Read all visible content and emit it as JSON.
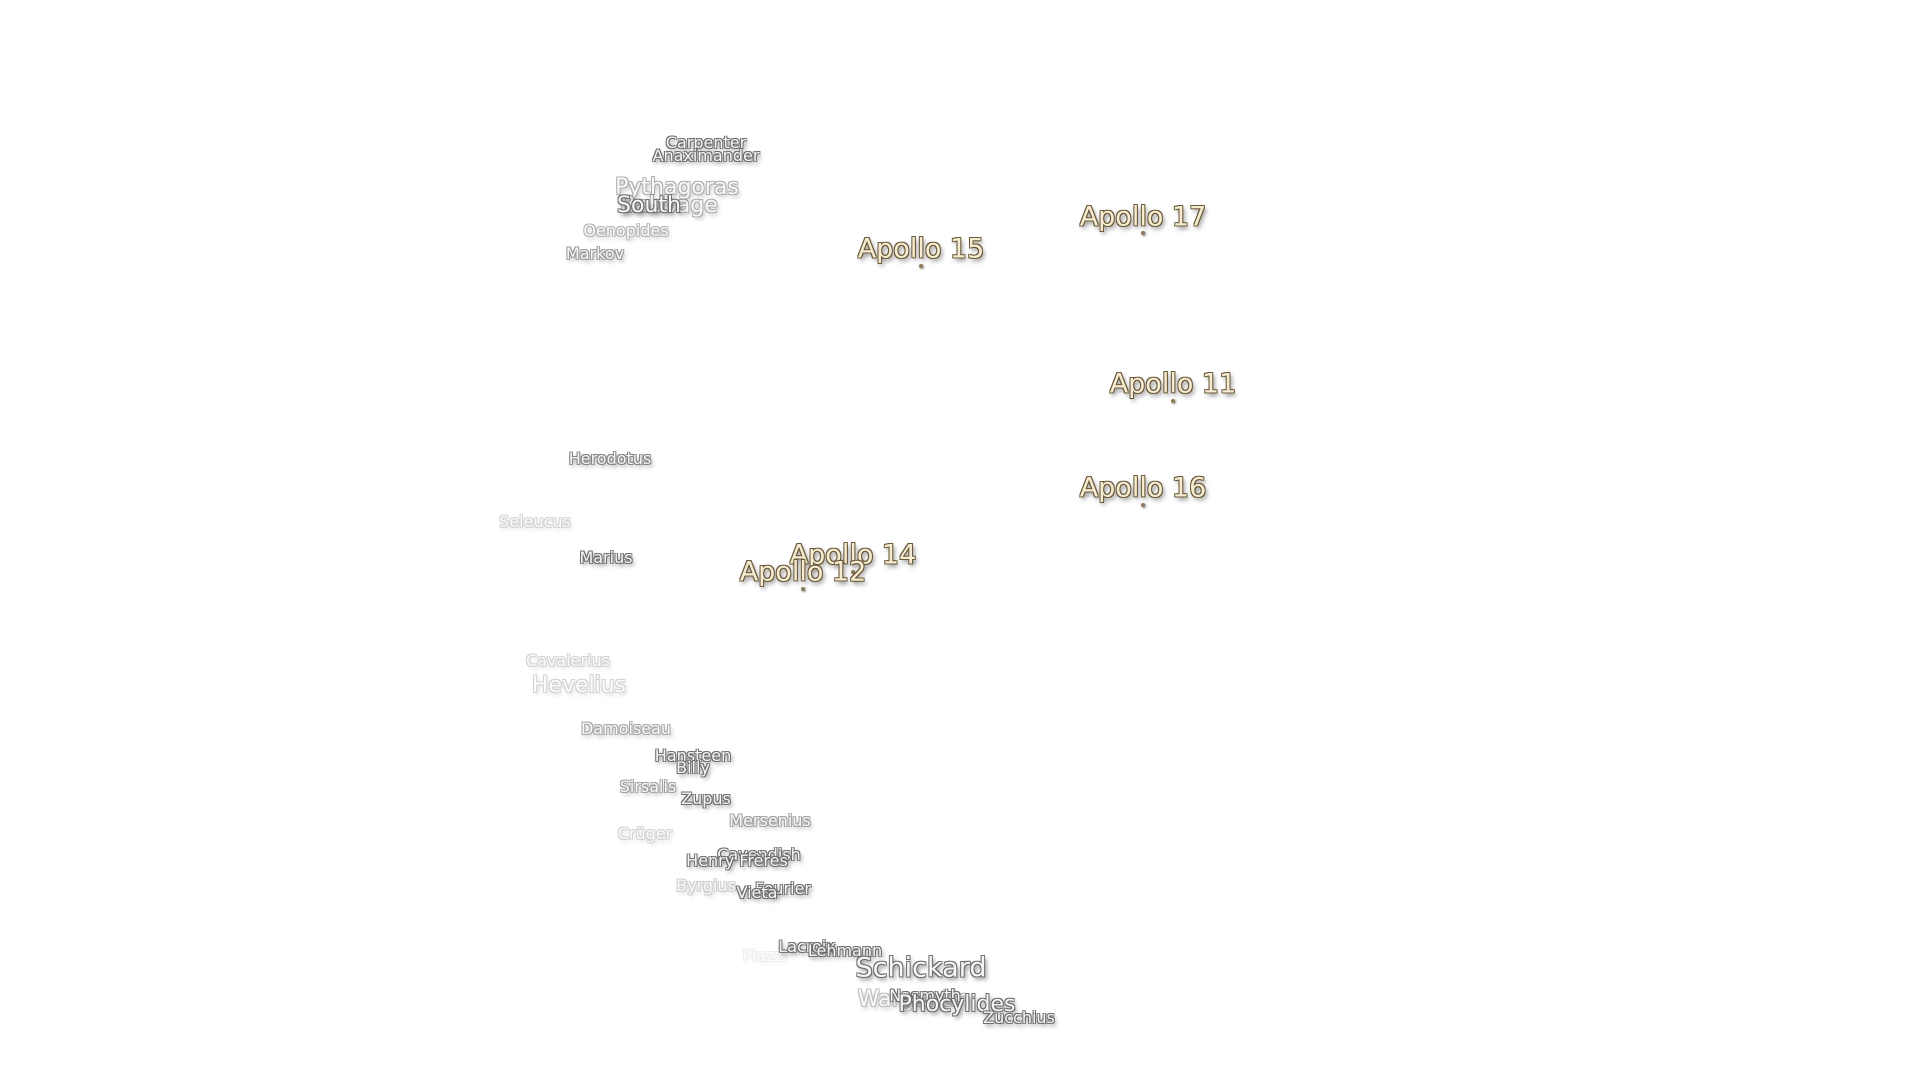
{
  "craters": [
    {
      "id": "carpenter",
      "name": "Carpenter"
    },
    {
      "id": "anaximander",
      "name": "Anaximander"
    },
    {
      "id": "pythagoras",
      "name": "Pythagoras"
    },
    {
      "id": "south",
      "name": "South"
    },
    {
      "id": "babbage",
      "name": "Babbage"
    },
    {
      "id": "oenopides",
      "name": "Oenopides"
    },
    {
      "id": "markov",
      "name": "Markov"
    },
    {
      "id": "herodotus",
      "name": "Herodotus"
    },
    {
      "id": "seleucus",
      "name": "Seleucus"
    },
    {
      "id": "marius",
      "name": "Marius"
    },
    {
      "id": "cavalerius",
      "name": "Cavalerius"
    },
    {
      "id": "hevelius",
      "name": "Hevelius"
    },
    {
      "id": "damoiseau",
      "name": "Damoiseau"
    },
    {
      "id": "hansteen",
      "name": "Hansteen"
    },
    {
      "id": "billy",
      "name": "Billy"
    },
    {
      "id": "sirsalis",
      "name": "Sirsalis"
    },
    {
      "id": "zupus",
      "name": "Zupus"
    },
    {
      "id": "mersenius",
      "name": "Mersenius"
    },
    {
      "id": "cruger",
      "name": "Crüger"
    },
    {
      "id": "cavendish",
      "name": "Cavendish"
    },
    {
      "id": "henry-freres",
      "name": "Henry Frères"
    },
    {
      "id": "byrgius",
      "name": "Byrgius"
    },
    {
      "id": "fourier",
      "name": "Fourier"
    },
    {
      "id": "vieta",
      "name": "Vieta"
    },
    {
      "id": "lacroix",
      "name": "Lacroix"
    },
    {
      "id": "lehmann",
      "name": "Lehmann"
    },
    {
      "id": "piazzi",
      "name": "Piazzi"
    },
    {
      "id": "schickard",
      "name": "Schickard"
    },
    {
      "id": "wargentin",
      "name": "Wargentin"
    },
    {
      "id": "nasmyth",
      "name": "Nasmyth"
    },
    {
      "id": "phocylides",
      "name": "Phocylides"
    },
    {
      "id": "zucchius",
      "name": "Zucchius"
    }
  ],
  "landing_sites": [
    {
      "id": "apollo-17",
      "name": "Apollo 17"
    },
    {
      "id": "apollo-15",
      "name": "Apollo 15"
    },
    {
      "id": "apollo-11",
      "name": "Apollo 11"
    },
    {
      "id": "apollo-16",
      "name": "Apollo 16"
    },
    {
      "id": "apollo-14",
      "name": "Apollo 14"
    },
    {
      "id": "apollo-12",
      "name": "Apollo 12"
    }
  ],
  "colors": {
    "background": "#ffffff",
    "crater_label": "#f6f6f6",
    "apollo_label": "#f6ecd2"
  }
}
